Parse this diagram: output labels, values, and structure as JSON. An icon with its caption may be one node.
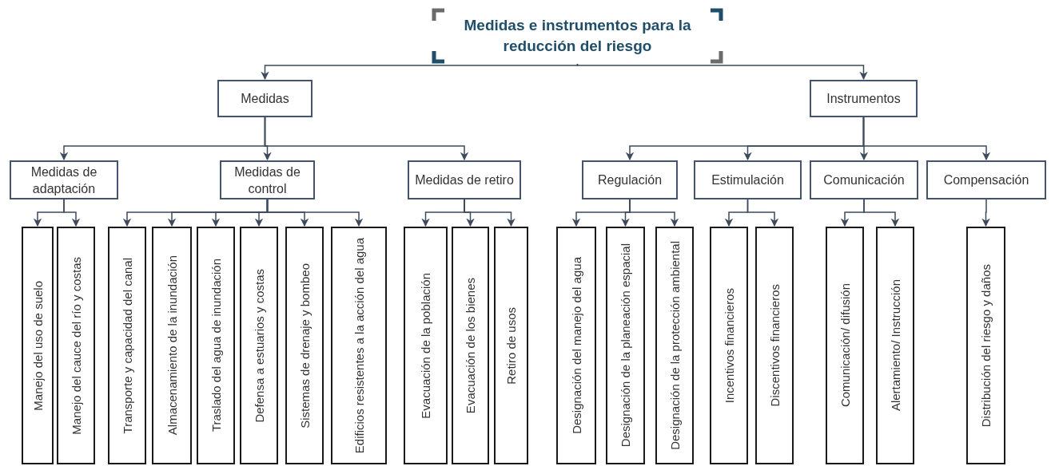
{
  "diagram": {
    "nodes": [
      {
        "text": [
          "Medidas e instrumentos para la reducción del riesgo"
        ]
      },
      {
        "text": [
          "Medidas"
        ]
      },
      {
        "text": [
          "Instrumentos"
        ]
      },
      {
        "text": [
          "Medidas de adaptación"
        ]
      },
      {
        "text": [
          "Medidas de control"
        ]
      },
      {
        "text": [
          "Medidas de retiro"
        ]
      },
      {
        "text": [
          "Regulación"
        ]
      },
      {
        "text": [
          "Estimulación"
        ]
      },
      {
        "text": [
          "Comunicación"
        ]
      },
      {
        "text": [
          "Compensación"
        ]
      },
      {
        "text": [
          "Manejo del uso de suelo"
        ]
      },
      {
        "text": [
          "Manejo del cauce del río y costas"
        ]
      },
      {
        "text": [
          "Transporte y capacidad del canal"
        ]
      },
      {
        "text": [
          "Almacenamiento de la inundación"
        ]
      },
      {
        "text": [
          "Traslado del agua de inundación"
        ]
      },
      {
        "text": [
          "Defensa a estuarios y costas"
        ]
      },
      {
        "text": [
          "Sistemas de drenaje y bombeo"
        ]
      },
      {
        "text": [
          "Edificios resistentes a la acción del agua"
        ]
      },
      {
        "text": [
          "Evacuación de la población"
        ]
      },
      {
        "text": [
          "Evacuación de los bienes"
        ]
      },
      {
        "text": [
          "Retiro de usos"
        ]
      },
      {
        "text": [
          "Designación del manejo del agua"
        ]
      },
      {
        "text": [
          "Designación de la planeación espacial"
        ]
      },
      {
        "text": [
          "Designación de la protección ambiental"
        ]
      },
      {
        "text": [
          "Incentivos financieros"
        ]
      },
      {
        "text": [
          "Discentivos financieros"
        ]
      },
      {
        "text": [
          "Comunicación/ difusión"
        ]
      },
      {
        "text": [
          "Alertamiento/ Instrucción"
        ]
      },
      {
        "text": [
          "Distribución del riesgo y daños"
        ]
      }
    ],
    "edges": [
      {
        "from": 0,
        "to": 1,
        "arrow": "to"
      },
      {
        "from": 0,
        "to": 2,
        "arrow": "to"
      },
      {
        "from": 1,
        "to": 3,
        "arrow": "to"
      },
      {
        "from": 1,
        "to": 4,
        "arrow": "to"
      },
      {
        "from": 1,
        "to": 5,
        "arrow": "to"
      },
      {
        "from": 2,
        "to": 6,
        "arrow": "to"
      },
      {
        "from": 2,
        "to": 7,
        "arrow": "to"
      },
      {
        "from": 2,
        "to": 8,
        "arrow": "to"
      },
      {
        "from": 2,
        "to": 9,
        "arrow": "to"
      },
      {
        "from": 3,
        "to": 10,
        "arrow": "to"
      },
      {
        "from": 3,
        "to": 11,
        "arrow": "to"
      },
      {
        "from": 4,
        "to": 12,
        "arrow": "to"
      },
      {
        "from": 4,
        "to": 13,
        "arrow": "to"
      },
      {
        "from": 4,
        "to": 14,
        "arrow": "to"
      },
      {
        "from": 4,
        "to": 15,
        "arrow": "to"
      },
      {
        "from": 4,
        "to": 16,
        "arrow": "to"
      },
      {
        "from": 4,
        "to": 17,
        "arrow": "to"
      },
      {
        "from": 5,
        "to": 18,
        "arrow": "to"
      },
      {
        "from": 5,
        "to": 19,
        "arrow": "to"
      },
      {
        "from": 5,
        "to": 20,
        "arrow": "to"
      },
      {
        "from": 6,
        "to": 21,
        "arrow": "to"
      },
      {
        "from": 6,
        "to": 22,
        "arrow": "to"
      },
      {
        "from": 6,
        "to": 23,
        "arrow": "to"
      },
      {
        "from": 7,
        "to": 24,
        "arrow": "to"
      },
      {
        "from": 7,
        "to": 25,
        "arrow": "to"
      },
      {
        "from": 8,
        "to": 26,
        "arrow": "to"
      },
      {
        "from": 8,
        "to": 27,
        "arrow": "to"
      },
      {
        "from": 9,
        "to": 28,
        "arrow": "to"
      }
    ]
  }
}
